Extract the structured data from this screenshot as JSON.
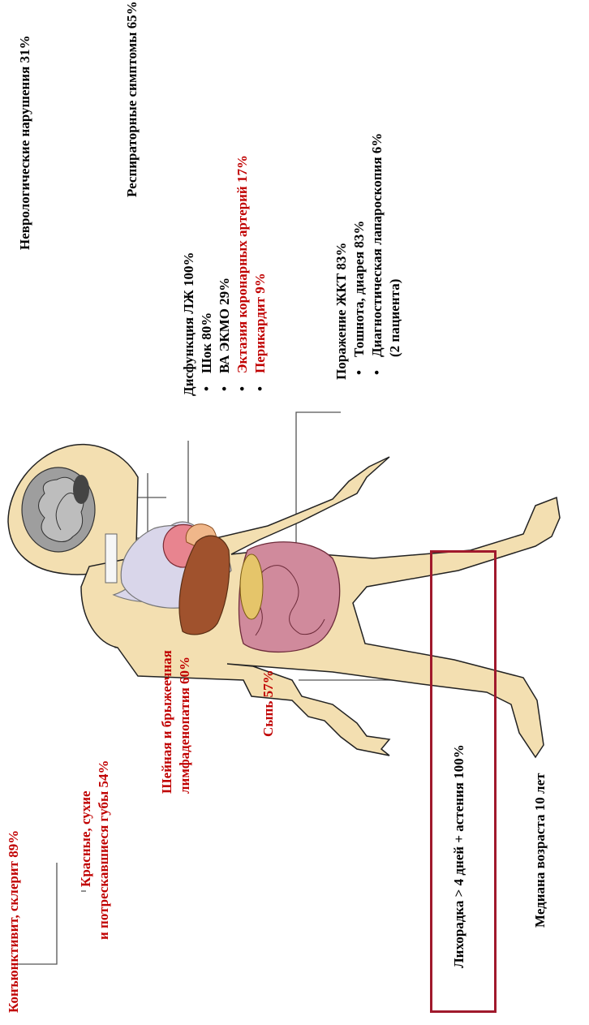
{
  "colors": {
    "accent_red": "#c00000",
    "box_border": "#a0192c",
    "body_fill": "#f3dfb1",
    "lung_fill": "#d9d6ea"
  },
  "labels": {
    "conjunctivitis": "Конъюнктивит, склерит 89%",
    "lips_line1": "Красные, сухие",
    "lips_line2": "и потрескавшиеся губы 54%",
    "lymph_line1": "Шейная и брыжеечная",
    "lymph_line2": "лимфаденопатия 60%",
    "rash": "Сыпь 57%",
    "neuro": "Неврологические нарушения 31%",
    "resp": "Респираторные симптомы 65%",
    "lv": {
      "title": "Дисфункция ЛЖ 100%",
      "items": [
        {
          "text": "Шок 80%",
          "color": "black"
        },
        {
          "text": "ВА ЭКМО 29%",
          "color": "black"
        },
        {
          "text": "Эктазия коронарных артерий 17%",
          "color": "red"
        },
        {
          "text": "Перикардит 9%",
          "color": "red"
        }
      ]
    },
    "gi": {
      "title": "Поражение ЖКТ 83%",
      "items": [
        {
          "text": "Тошнота, диарея 83%"
        },
        {
          "text": "Диагностическая лапароскопия 6%"
        }
      ],
      "note": "(2 пациента)"
    },
    "fever": "Лихорадка > 4 дней + астения 100%",
    "median_age": "Медиана возраста 10 лет"
  },
  "icons": [
    "human-body-figure",
    "brain-icon",
    "lungs-icon",
    "heart-icon",
    "liver-icon",
    "intestines-icon"
  ]
}
